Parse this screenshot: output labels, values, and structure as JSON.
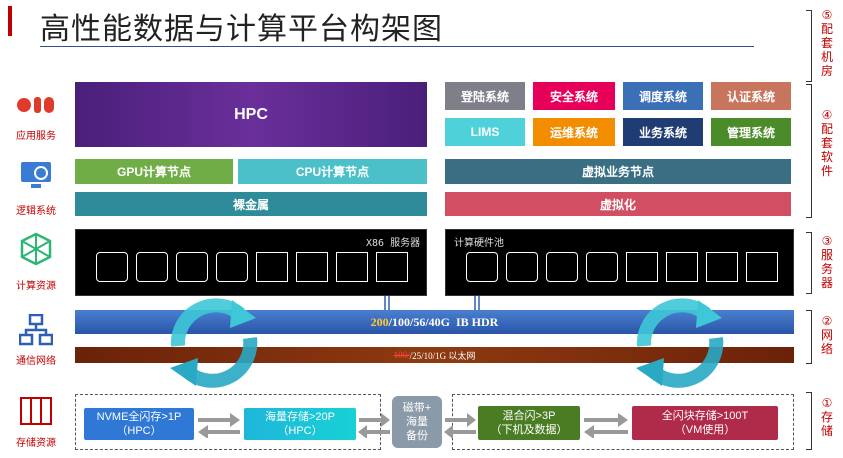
{
  "title": "高性能数据与计算平台构架图",
  "left_labels": {
    "app": "应用服务",
    "logic": "逻辑系统",
    "compute": "计算资源",
    "network": "通信网络",
    "storage": "存储资源"
  },
  "right_labels": {
    "room": "⑤配套机房",
    "software": "④配套软件",
    "server": "③服务器",
    "network": "②网络",
    "storage": "①存储"
  },
  "app": {
    "hpc": "HPC",
    "systems": [
      "登陆系统",
      "安全系统",
      "调度系统",
      "认证系统",
      "LIMS",
      "运维系统",
      "业务系统",
      "管理系统"
    ]
  },
  "logic": {
    "gpu": "GPU计算节点",
    "cpu": "CPU计算节点",
    "bare": "裸金属",
    "vnode": "虚拟业务节点",
    "virt": "虚拟化"
  },
  "compute": {
    "x86": "X86 服务器",
    "pool": "计算硬件池"
  },
  "network": {
    "ib_hi": "200",
    "ib_rest": "/100/56/40G  IB HDR",
    "eth_strike": "100/",
    "eth_rest": "/25/10/1G 以太网"
  },
  "storage": {
    "nvme": [
      "NVME全闪存>1P",
      "（HPC）"
    ],
    "mass": [
      "海量存储>20P",
      "（HPC）"
    ],
    "tape": [
      "磁带+",
      "海量",
      "备份"
    ],
    "hybrid": [
      "混合闪>3P",
      "（下机及数据）"
    ],
    "allflash": [
      "全闪块存储>100T",
      "（VM使用）"
    ]
  },
  "colors": {
    "accent": "#c00000",
    "hpc": "#5b2a86",
    "gpu": "#70ad47",
    "cpu": "#4bc0c8",
    "bare": "#2e8b9a",
    "vnode": "#3a6f83",
    "virt": "#d24f63",
    "ib": "#2f5fb3",
    "eth": "#7b2c0c"
  }
}
